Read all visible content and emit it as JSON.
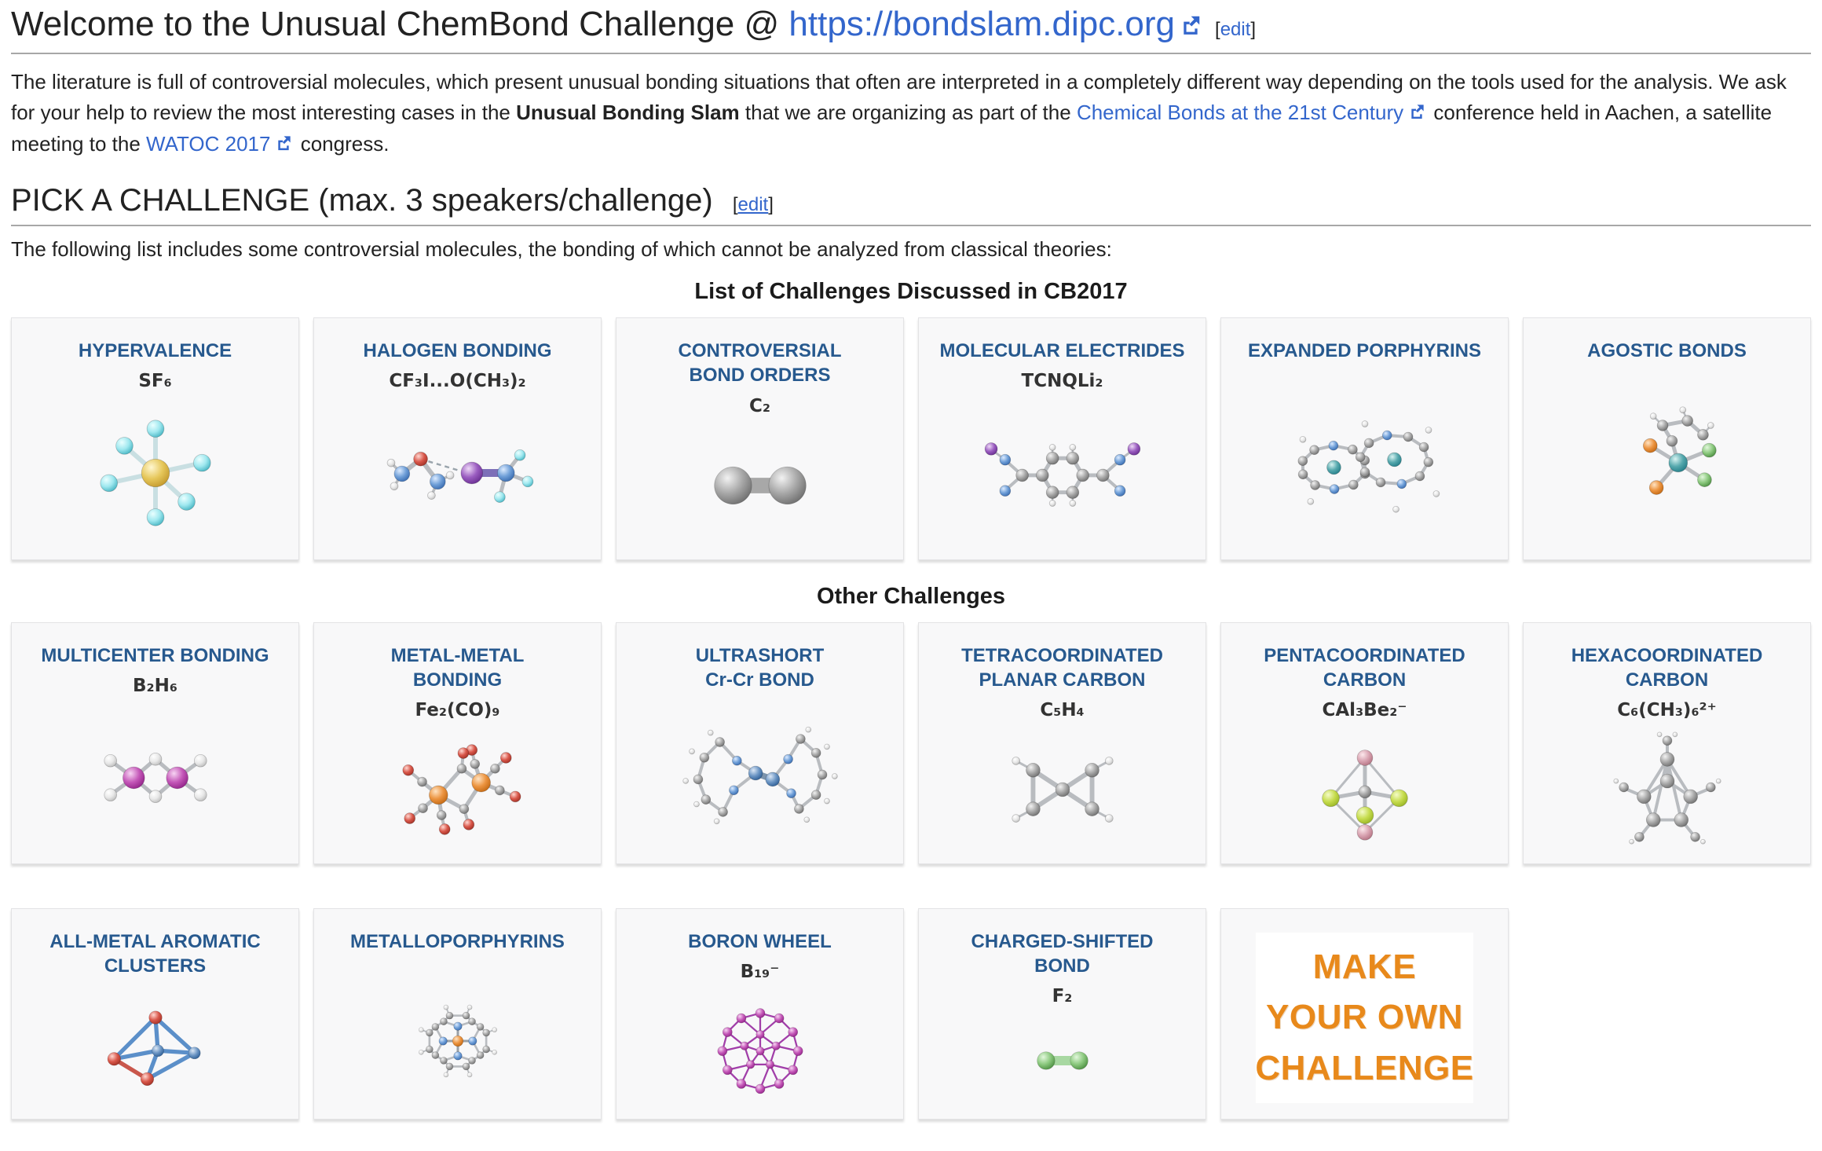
{
  "header": {
    "title": "Welcome to the Unusual ChemBond Challenge @",
    "url": "https://bondslam.dipc.org",
    "edit_label": "edit"
  },
  "intro": {
    "part1": "The literature is full of controversial molecules, which present unusual bonding situations that often are interpreted in a completely different way depending on the tools used for the analysis. We ask for your help to review the most interesting cases in the ",
    "bold": "Unusual Bonding Slam",
    "part2": " that we are organizing as part of the ",
    "link1": "Chemical Bonds at the 21st Century",
    "part3": " conference held in Aachen, a satellite meeting to the ",
    "link2": "WATOC 2017",
    "part4": " congress."
  },
  "section": {
    "heading": "PICK A CHALLENGE (max. 3 speakers/challenge)",
    "edit_label": "edit",
    "description": "The following list includes some controversial molecules, the bonding of which cannot be analyzed from classical theories:"
  },
  "gallery_cb2017": {
    "heading": "List of Challenges Discussed in CB2017",
    "cards": [
      {
        "title": "HYPERVALENCE",
        "formula": "SF₆",
        "icon": "sf6"
      },
      {
        "title": "HALOGEN BONDING",
        "formula": "CF₃I...O(CH₃)₂",
        "icon": "halogen-bonding"
      },
      {
        "title": "CONTROVERSIAL\nBOND ORDERS",
        "formula": "C₂",
        "icon": "c2"
      },
      {
        "title": "MOLECULAR ELECTRIDES",
        "formula": "TCNQLi₂",
        "icon": "tcnqli2"
      },
      {
        "title": "EXPANDED PORPHYRINS",
        "formula": "",
        "icon": "expanded-porphyrins"
      },
      {
        "title": "AGOSTIC BONDS",
        "formula": "",
        "icon": "agostic-bonds"
      }
    ]
  },
  "gallery_other": {
    "heading": "Other Challenges",
    "cards": [
      {
        "title": "MULTICENTER BONDING",
        "formula": "B₂H₆",
        "icon": "b2h6"
      },
      {
        "title": "METAL-METAL\nBONDING",
        "formula": "Fe₂(CO)₉",
        "icon": "fe2co9"
      },
      {
        "title": "ULTRASHORT\nCr-Cr BOND",
        "formula": "",
        "icon": "crcr"
      },
      {
        "title": "TETRACOORDINATED\nPLANAR CARBON",
        "formula": "C₅H₄",
        "icon": "c5h4"
      },
      {
        "title": "PENTACOORDINATED\nCARBON",
        "formula": "CAl₃Be₂⁻",
        "icon": "cal3be2"
      },
      {
        "title": "HEXACOORDINATED\nCARBON",
        "formula": "C₆(CH₃)₆²⁺",
        "icon": "c6ch36"
      },
      {
        "title": "ALL-METAL AROMATIC\nCLUSTERS",
        "formula": "",
        "icon": "all-metal-clusters"
      },
      {
        "title": "METALLOPORPHYRINS",
        "formula": "",
        "icon": "metalloporphyrins"
      },
      {
        "title": "BORON WHEEL",
        "formula": "B₁₉⁻",
        "icon": "boron-wheel"
      },
      {
        "title": "CHARGED-SHIFTED\nBOND",
        "formula": "F₂",
        "icon": "f2"
      },
      {
        "title": "MAKE YOUR OWN CHALLENGE",
        "formula": "",
        "icon": "make-your-own",
        "lines": [
          "MAKE",
          "YOUR OWN",
          "CHALLENGE"
        ]
      }
    ]
  },
  "colors": {
    "link_blue": "#3366cc",
    "card_title_blue": "#27598E",
    "make_orange": "#E8891B",
    "formula_dark": "#333333"
  }
}
